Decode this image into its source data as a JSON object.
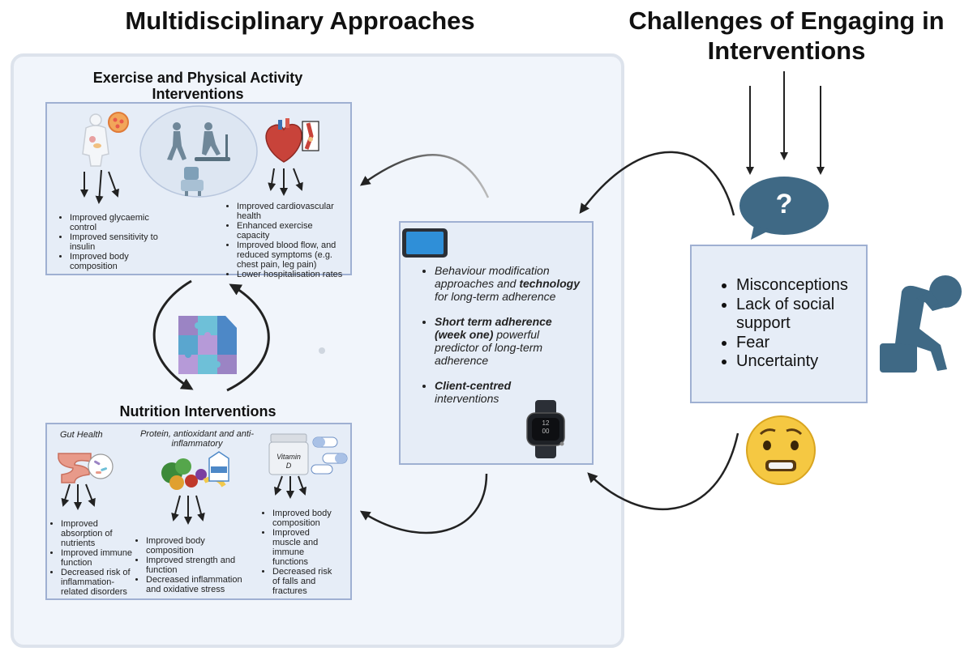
{
  "titles": {
    "left": "Multidisciplinary Approaches",
    "right_line1": "Challenges of Engaging in",
    "right_line2": "Interventions"
  },
  "exercise": {
    "title_line1": "Exercise and Physical Activity",
    "title_line2": "Interventions",
    "left_benefits": [
      "Improved glycaemic control",
      "Improved sensitivity to insulin",
      "Improved body composition"
    ],
    "right_benefits": [
      "Improved cardiovascular health",
      "Enhanced exercise capacity",
      "Improved blood flow, and reduced symptoms (e.g. chest pain, leg pain)",
      "Lower hospitalisation rates"
    ]
  },
  "nutrition": {
    "title": "Nutrition  Interventions",
    "gut_label": "Gut Health",
    "protein_label": "Protein, antioxidant and anti-inflammatory",
    "vitamin_label_line1": "Vitamin",
    "vitamin_label_line2": "D",
    "gut_benefits": [
      "Improved absorption of nutrients",
      "Improved immune function",
      "Decreased risk of inflammation-related disorders"
    ],
    "protein_benefits": [
      "Improved body composition",
      "Improved strength and function",
      "Decreased inflammation and oxidative stress"
    ],
    "vitamin_benefits": [
      "Improved body composition",
      "Improved muscle and immune functions",
      "Decreased risk of falls and fractures"
    ]
  },
  "adherence": {
    "item1_a": "Behaviour modification approaches and ",
    "item1_b": "technology",
    "item1_c": " for long-term adherence",
    "item2_a": "Short term adherence (week one)",
    "item2_b": "  powerful predictor of long-term adherence",
    "item3_a": "Client-centred",
    "item3_b": " interventions",
    "watch_time_line1": "12",
    "watch_time_line2": "00"
  },
  "challenges": {
    "items": [
      "Misconceptions",
      "Lack of social support",
      "Fear",
      "Uncertainty"
    ],
    "question_mark": "?"
  },
  "colors": {
    "panel_bg": "#f1f5fb",
    "box_fill": "#e6edf7",
    "box_border": "#9fb0d2",
    "icon_blue": "#3f6985",
    "emoji_yellow": "#f5c842"
  },
  "icons": [
    "human-body-icon",
    "walking-person-icon",
    "treadmill-icon",
    "exercise-bike-icon",
    "heart-icon",
    "artery-icon",
    "puzzle-icon",
    "intestine-icon",
    "vegetables-icon",
    "milk-carton-icon",
    "vitamin-d-bottle-icon",
    "pill-capsule-icon",
    "tablet-icon",
    "smartwatch-icon",
    "speech-bubble-icon",
    "distressed-person-icon",
    "anxious-face-icon"
  ]
}
